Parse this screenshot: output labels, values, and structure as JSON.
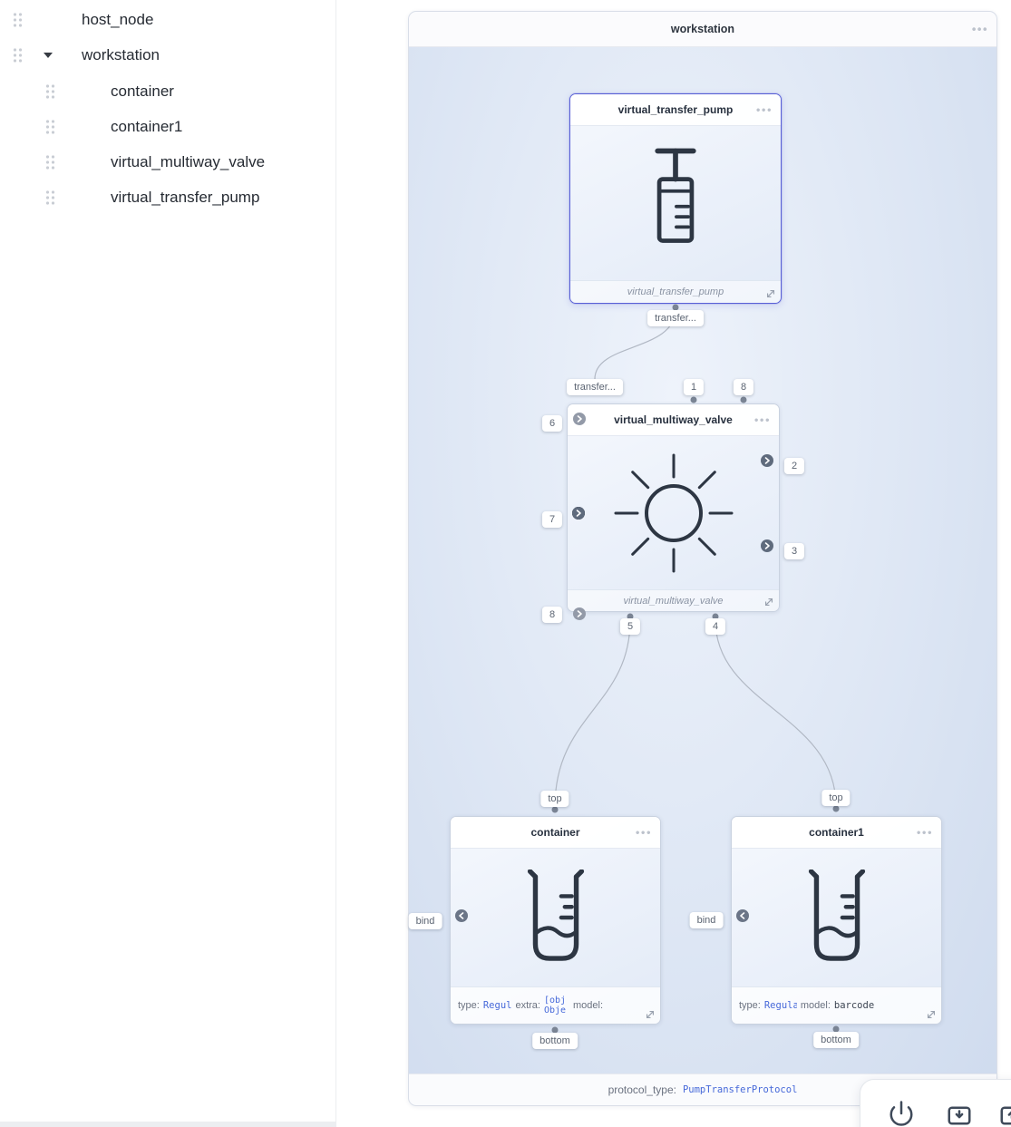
{
  "sidebar": {
    "items": [
      {
        "label": "host_node"
      },
      {
        "label": "workstation"
      },
      {
        "label": "container"
      },
      {
        "label": "container1"
      },
      {
        "label": "virtual_multiway_valve"
      },
      {
        "label": "virtual_transfer_pump"
      }
    ]
  },
  "group": {
    "title": "workstation",
    "menu": "•••",
    "protocol_label": "protocol_type:",
    "protocol_value": "PumpTransferProtocol"
  },
  "pump": {
    "title": "virtual_transfer_pump",
    "menu": "•••",
    "footer": "virtual_transfer_pump",
    "port_bottom": "transfer..."
  },
  "valve": {
    "title": "virtual_multiway_valve",
    "menu": "•••",
    "footer": "virtual_multiway_valve",
    "port_top_transfer": "transfer...",
    "port_top_1": "1",
    "port_top_8": "8",
    "port_left_6": "6",
    "port_left_7": "7",
    "port_left_8": "8",
    "port_right_2": "2",
    "port_right_3": "3",
    "port_bottom_5": "5",
    "port_bottom_4": "4"
  },
  "container": {
    "title": "container",
    "menu": "•••",
    "port_top": "top",
    "port_bind": "bind",
    "port_bottom": "bottom",
    "type_label": "type:",
    "type_value": "Regul",
    "extra_label": "extra:",
    "extra_value": "[obj Obje",
    "model_label": "model:"
  },
  "container1": {
    "title": "container1",
    "menu": "•••",
    "port_top": "top",
    "port_bind": "bind",
    "port_bottom": "bottom",
    "type_label": "type:",
    "type_value": "Regula",
    "model_label": "model:",
    "model_value": "barcode"
  },
  "colors": {
    "accent_mono_blue": "#4568d9",
    "selected_node_border": "#585fd6",
    "canvas_gradient_start": "#eef3fb",
    "canvas_gradient_end": "#cfdbee"
  }
}
